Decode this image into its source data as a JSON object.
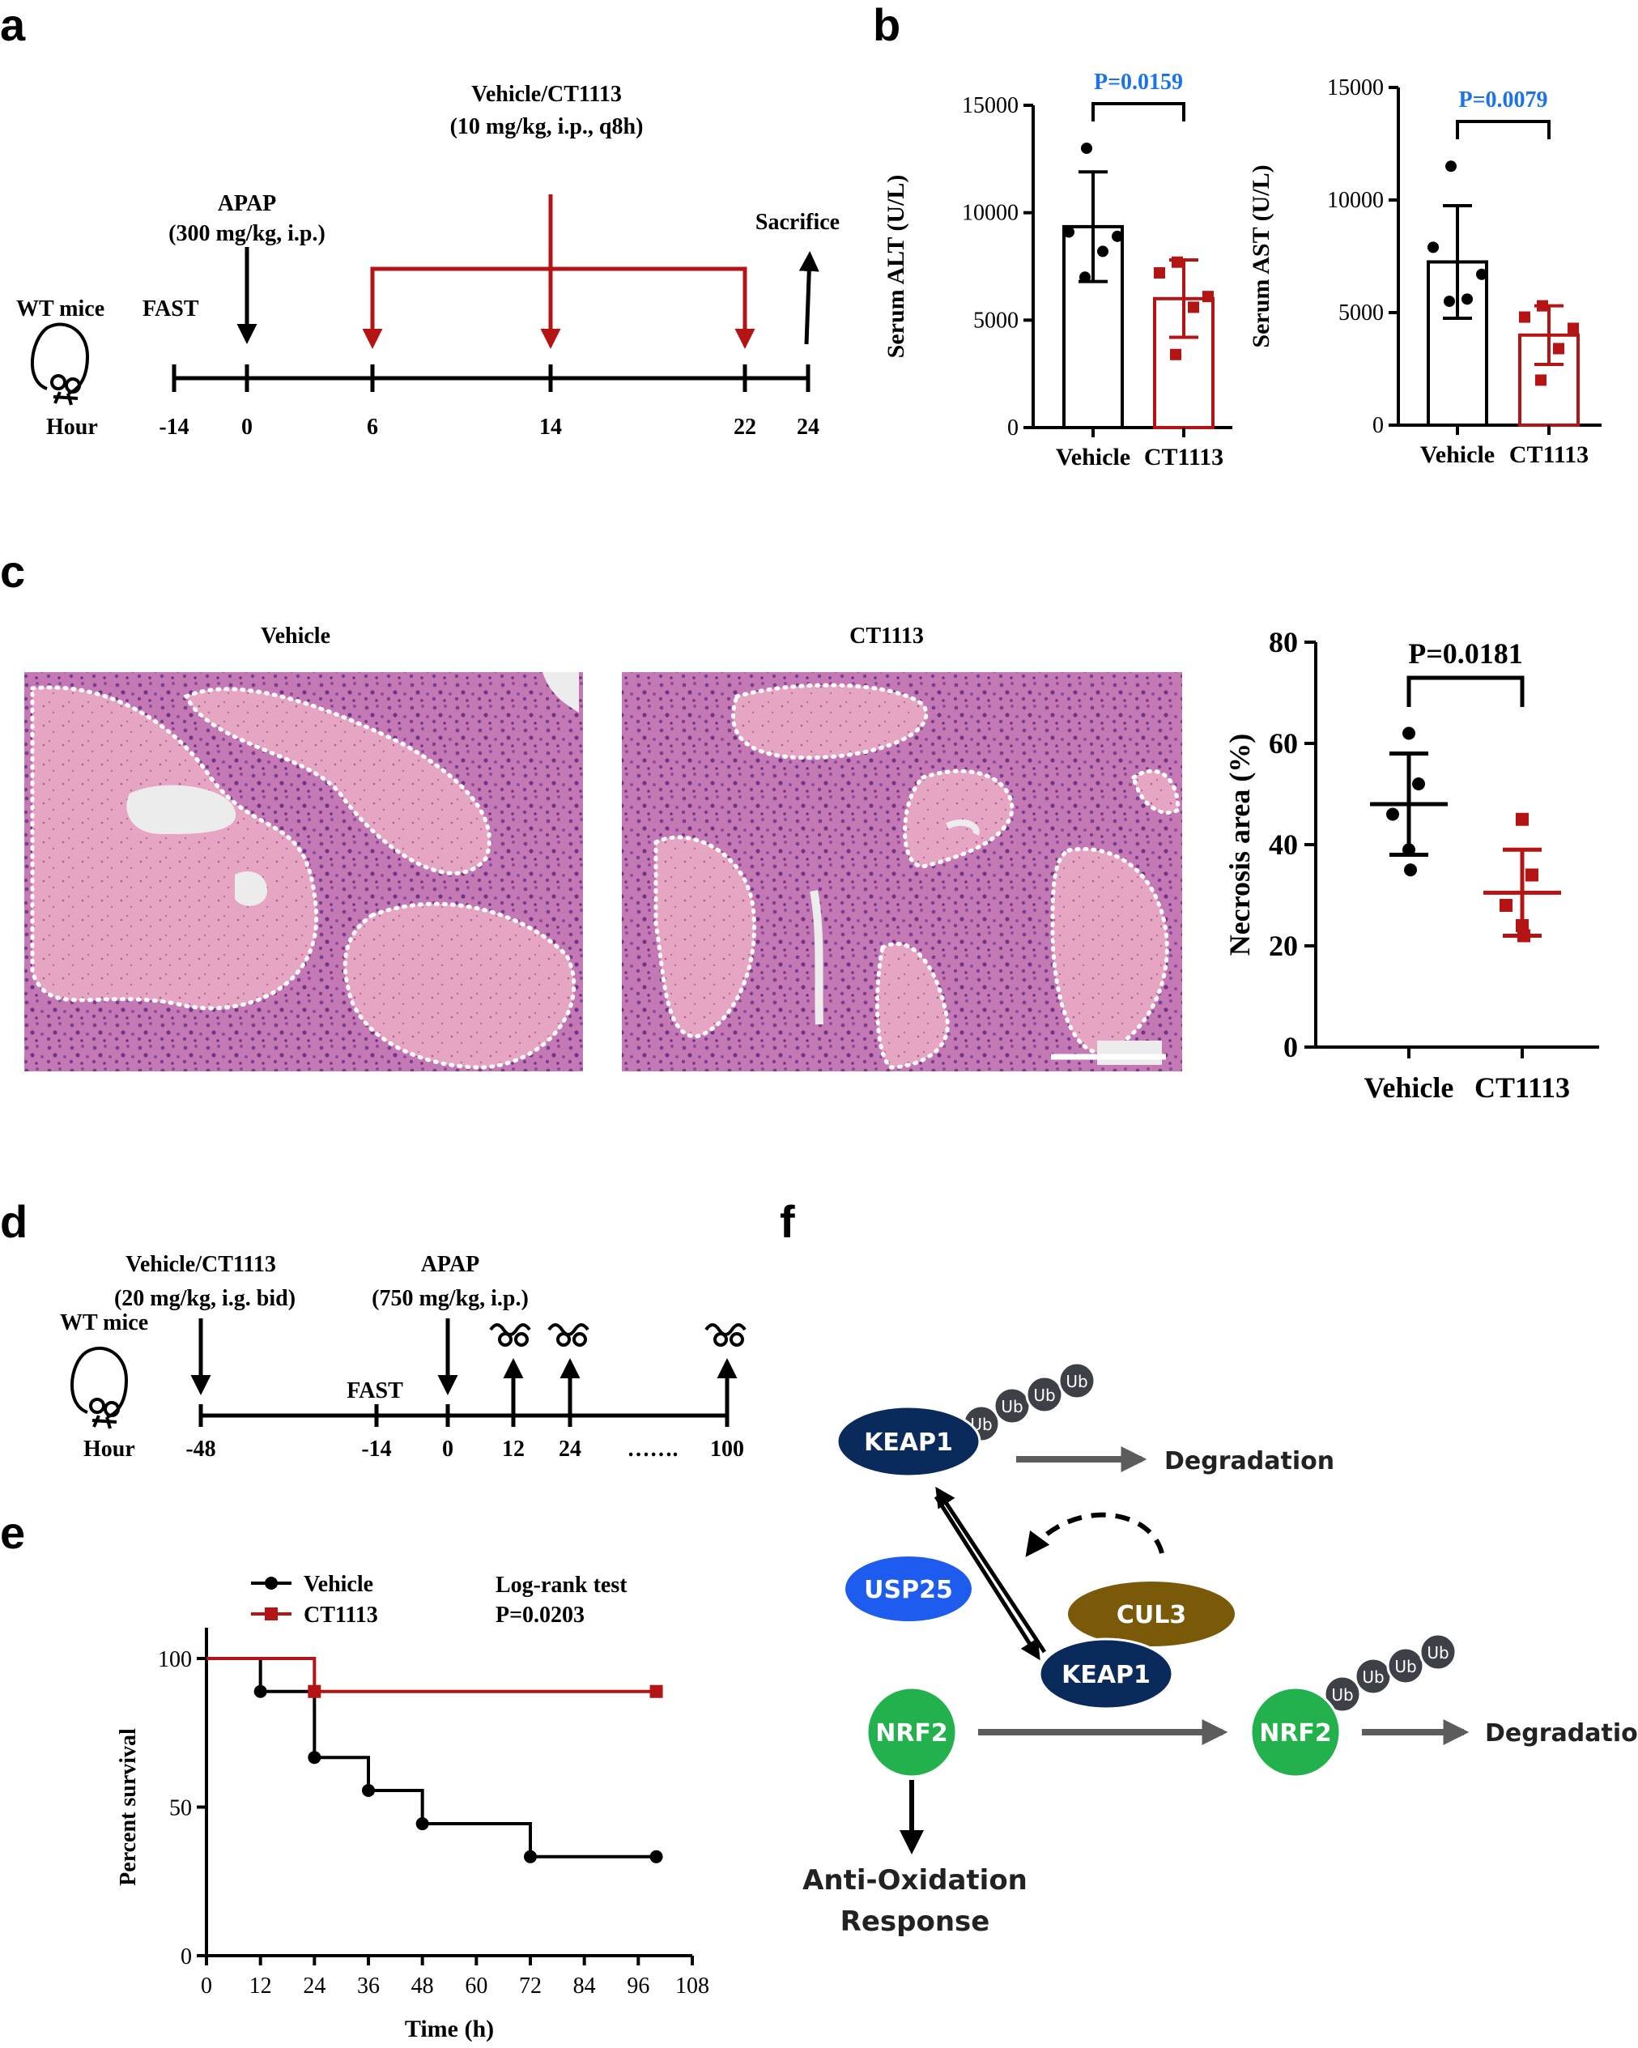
{
  "panels": {
    "a": {
      "letter": "a",
      "drug_label": "Vehicle/CT1113",
      "drug_dose": "(10 mg/kg, i.p., q8h)",
      "apap_label": "APAP",
      "apap_dose": "(300 mg/kg, i.p.)",
      "sacrifice_label": "Sacrifice",
      "mice_label": "WT mice",
      "fast_label": "FAST",
      "hour_label": "Hour",
      "ticks": [
        "-14",
        "0",
        "6",
        "14",
        "22",
        "24"
      ]
    },
    "b": {
      "letter": "b"
    },
    "c": {
      "letter": "c",
      "image_titles": [
        "Vehicle",
        "CT1113"
      ]
    },
    "d": {
      "letter": "d",
      "drug_label": "Vehicle/CT1113",
      "drug_dose": "(20 mg/kg, i.g. bid)",
      "apap_label": "APAP",
      "apap_dose": "(750 mg/kg, i.p.)",
      "mice_label": "WT mice",
      "fast_label": "FAST",
      "hour_label": "Hour",
      "ticks": [
        "-48",
        "-14",
        "0",
        "12",
        "24",
        "100"
      ],
      "ellipsis": "……."
    },
    "e": {
      "letter": "e",
      "test_label": "Log-rank test",
      "test_p": "P=0.0203"
    },
    "f": {
      "letter": "f",
      "keap1": "KEAP1",
      "usp25": "USP25",
      "cul3": "CUL3",
      "nrf2": "NRF2",
      "ub": "Ub",
      "degradation": "Degradation",
      "response_line1": "Anti-Oxidation",
      "response_line2": "Response"
    }
  },
  "colors": {
    "vehicle": "#000000",
    "ct1113": "#b41414",
    "pvalue_blue": "#1a73e8",
    "keap1": "#0b2a5c",
    "usp25": "#1e5bef",
    "cul3": "#7a5a08",
    "nrf2": "#22b14c",
    "ub": "#3d4147",
    "gray_arrow": "#5c5c5c",
    "he_pink": "#d88cb8",
    "he_purple": "#9c5aa8"
  },
  "chart_data": [
    {
      "type": "bar",
      "ylabel": "Serum ALT (U/L)",
      "categories": [
        "Vehicle",
        "CT1113"
      ],
      "values": [
        9350,
        6000
      ],
      "sd": [
        2550,
        1800
      ],
      "points": [
        [
          13000,
          9100,
          8900,
          8200,
          7000
        ],
        [
          7700,
          7200,
          6100,
          5600,
          3400
        ]
      ],
      "ylim": [
        0,
        15000
      ],
      "yticks": [
        "0",
        "5000",
        "10000",
        "15000"
      ],
      "pvalue": "P=0.0159"
    },
    {
      "type": "bar",
      "ylabel": "Serum AST (U/L)",
      "categories": [
        "Vehicle",
        "CT1113"
      ],
      "values": [
        7250,
        4000
      ],
      "sd": [
        2500,
        1300
      ],
      "points": [
        [
          11500,
          7900,
          6700,
          5600,
          5500
        ],
        [
          5300,
          4800,
          4300,
          3400,
          2000
        ]
      ],
      "ylim": [
        0,
        15000
      ],
      "yticks": [
        "0",
        "5000",
        "10000",
        "15000"
      ],
      "pvalue": "P=0.0079"
    },
    {
      "type": "scatter",
      "ylabel": "Necrosis area (%)",
      "categories": [
        "Vehicle",
        "CT1113"
      ],
      "means": [
        48,
        30.5
      ],
      "sd": [
        10,
        8.5
      ],
      "points": [
        [
          62,
          52,
          46,
          39,
          35
        ],
        [
          45,
          34,
          28,
          24,
          22
        ]
      ],
      "ylim": [
        0,
        80
      ],
      "yticks": [
        "0",
        "20",
        "40",
        "60",
        "80"
      ],
      "pvalue": "P=0.0181"
    },
    {
      "type": "line",
      "ylabel": "Percent survival",
      "xlabel": "Time (h)",
      "xlim": [
        0,
        108
      ],
      "ylim": [
        0,
        100
      ],
      "xticks": [
        "0",
        "12",
        "24",
        "36",
        "48",
        "60",
        "72",
        "84",
        "96",
        "108"
      ],
      "yticks": [
        "0",
        "50",
        "100"
      ],
      "series": [
        {
          "name": "Vehicle",
          "steps": [
            [
              0,
              100
            ],
            [
              12,
              88.9
            ],
            [
              24,
              66.7
            ],
            [
              36,
              55.6
            ],
            [
              48,
              44.4
            ],
            [
              72,
              33.3
            ],
            [
              100,
              33.3
            ]
          ],
          "markers": [
            12,
            24,
            36,
            48,
            72,
            100
          ]
        },
        {
          "name": "CT1113",
          "steps": [
            [
              0,
              100
            ],
            [
              24,
              88.9
            ],
            [
              100,
              88.9
            ]
          ],
          "markers": [
            24,
            100
          ]
        }
      ]
    }
  ]
}
